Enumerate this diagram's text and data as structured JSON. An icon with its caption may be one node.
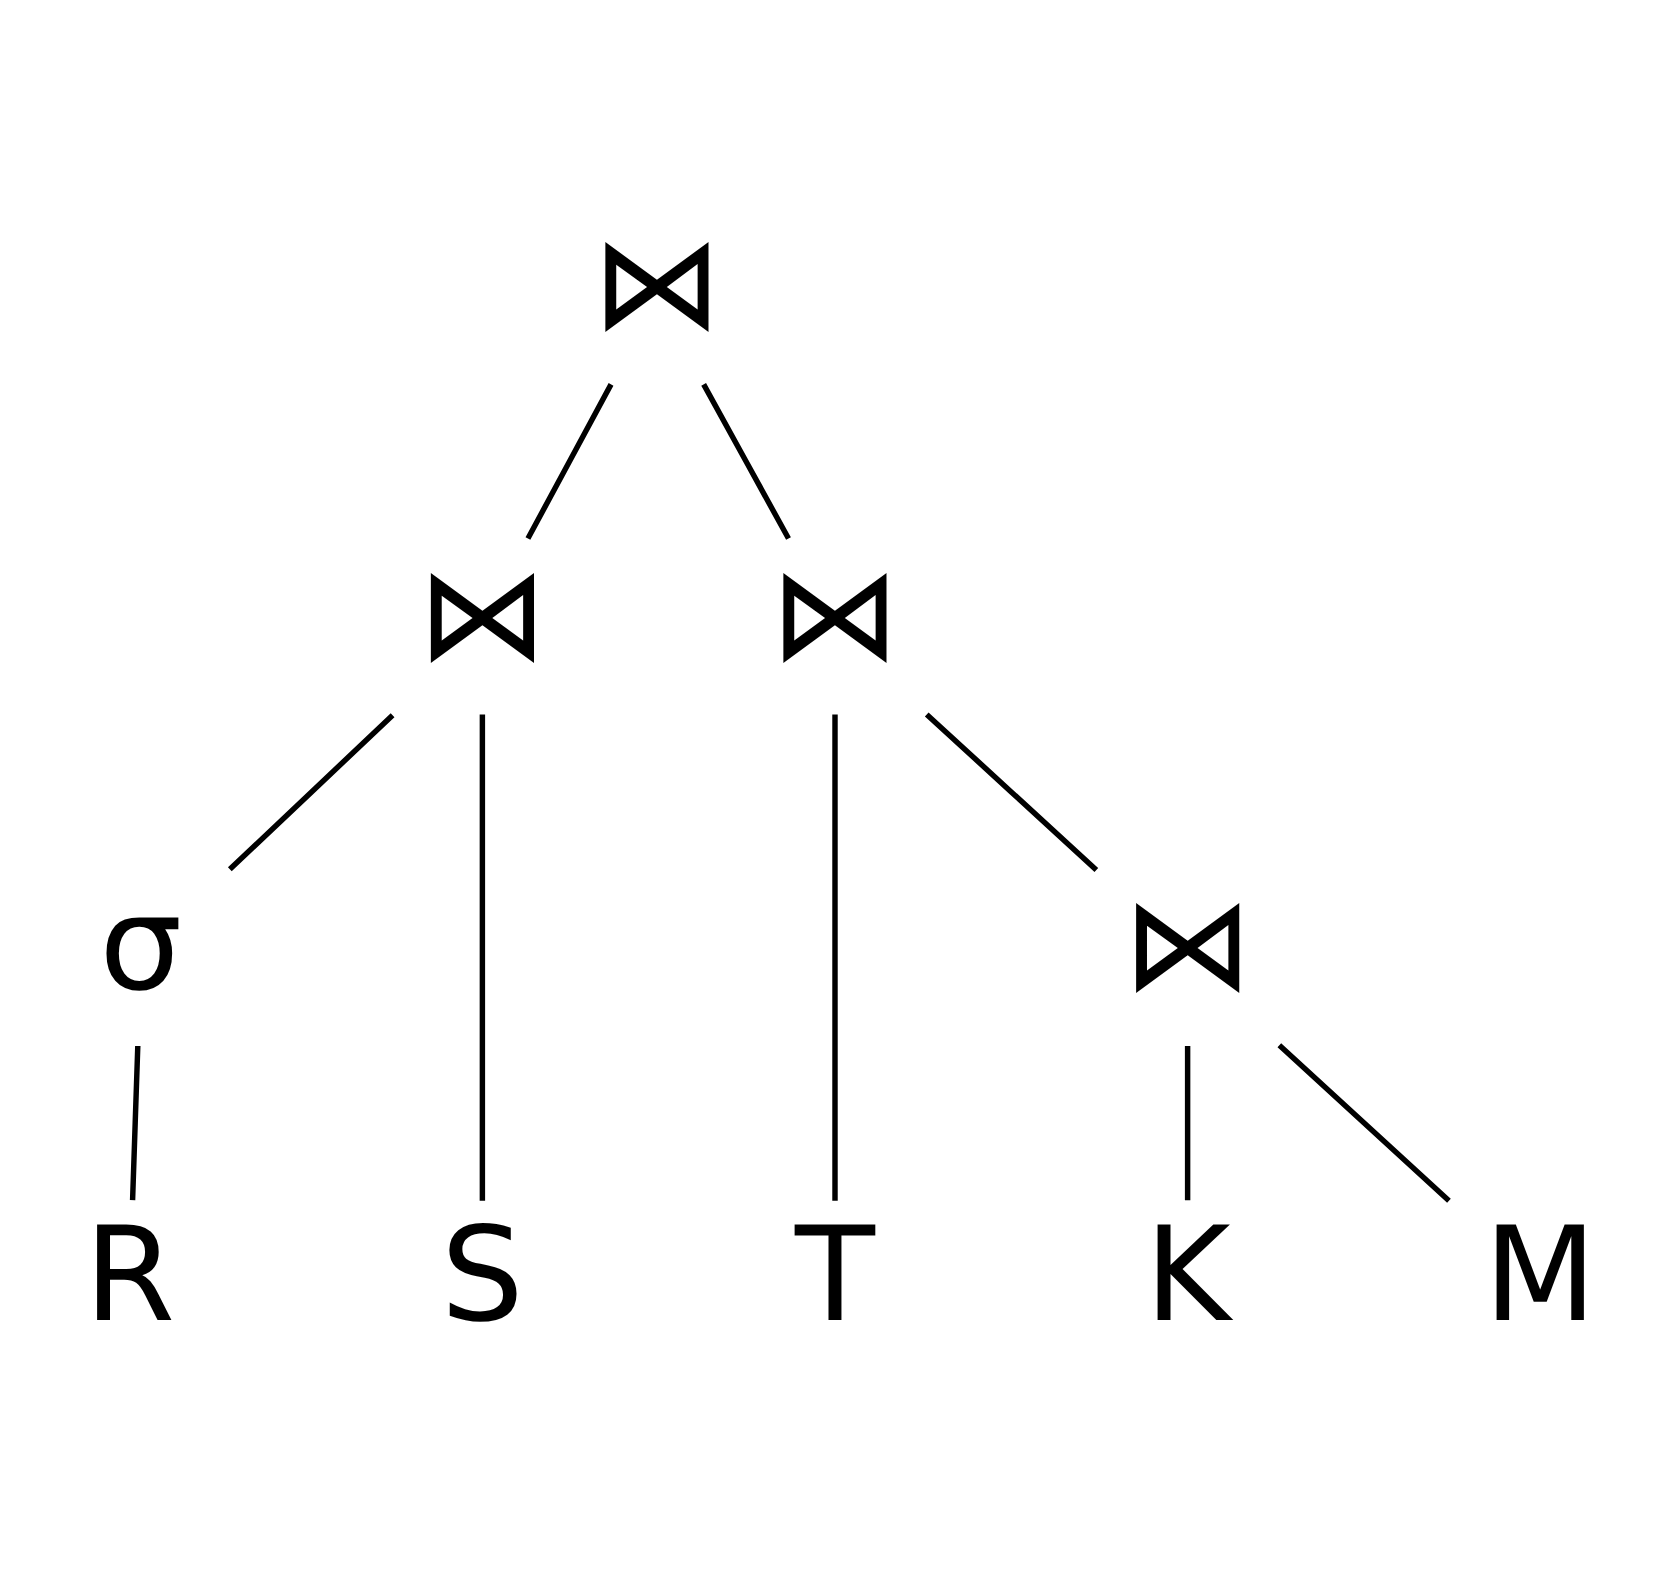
{
  "diagram": {
    "nodes": [
      {
        "text": [
          "⋈"
        ]
      },
      {
        "text": [
          "⋈"
        ]
      },
      {
        "text": [
          "⋈"
        ]
      },
      {
        "text": [
          "⋈"
        ]
      },
      {
        "text": [
          "σ"
        ]
      },
      {
        "text": [
          "R"
        ]
      },
      {
        "text": [
          "S"
        ]
      },
      {
        "text": [
          "T"
        ]
      },
      {
        "text": [
          "K"
        ]
      },
      {
        "text": [
          "M"
        ]
      }
    ],
    "edges": [
      {
        "from": 0,
        "to": 2,
        "arrow": "none"
      },
      {
        "from": 0,
        "to": 1,
        "arrow": "none"
      },
      {
        "from": 2,
        "to": 4,
        "arrow": "none"
      },
      {
        "from": 2,
        "to": 6,
        "arrow": "none"
      },
      {
        "from": 1,
        "to": 7,
        "arrow": "none"
      },
      {
        "from": 1,
        "to": 3,
        "arrow": "none"
      },
      {
        "from": 4,
        "to": 5,
        "arrow": "none"
      },
      {
        "from": 3,
        "to": 8,
        "arrow": "none"
      },
      {
        "from": 3,
        "to": 9,
        "arrow": "none"
      }
    ]
  }
}
